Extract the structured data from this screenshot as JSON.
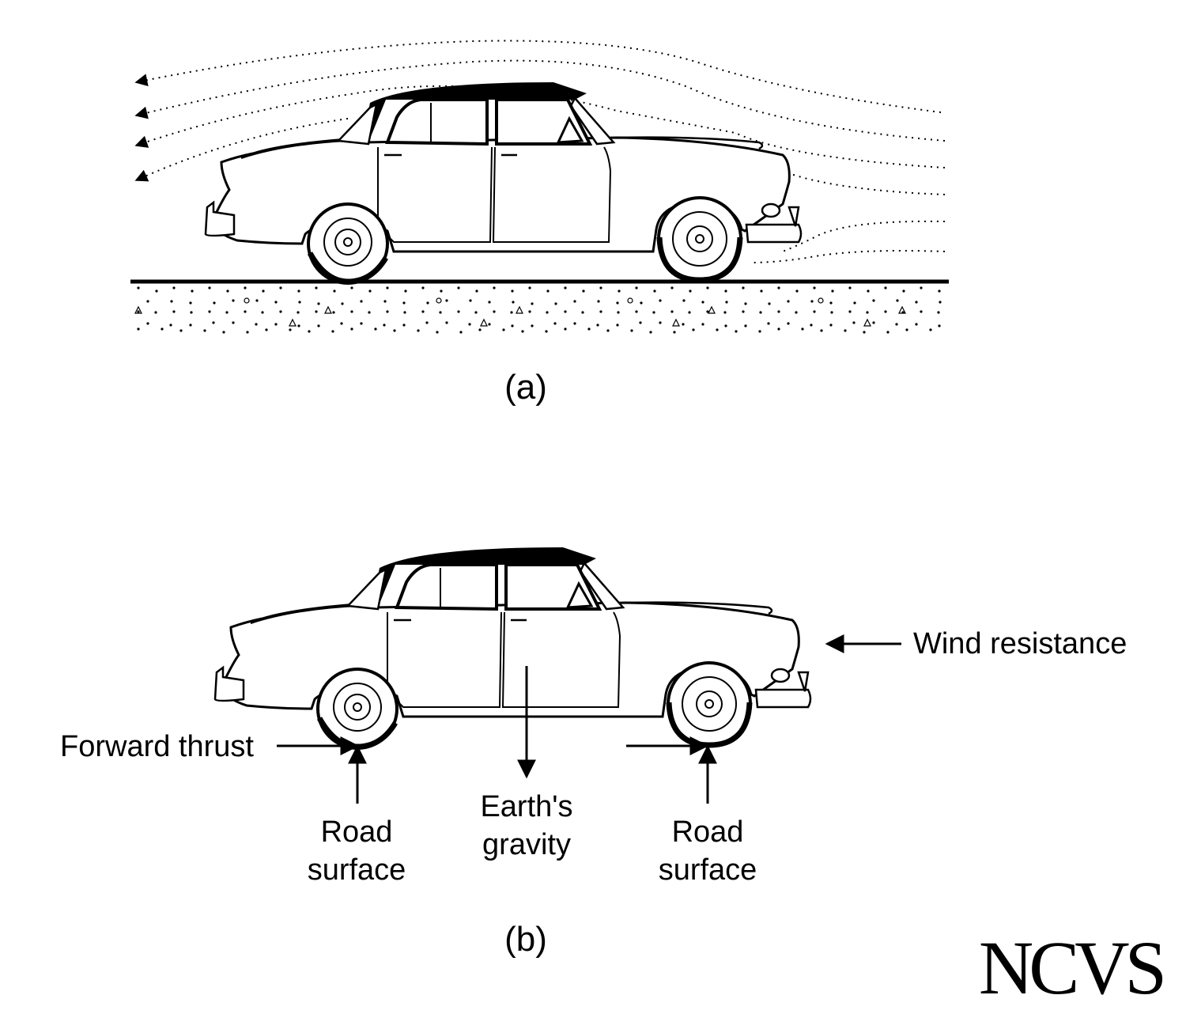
{
  "panel_a": {
    "caption": "(a)"
  },
  "panel_b": {
    "caption": "(b)",
    "labels": {
      "wind_resistance": "Wind resistance",
      "forward_thrust": "Forward thrust",
      "gravity_line1": "Earth's",
      "gravity_line2": "gravity",
      "road_left_line1": "Road",
      "road_left_line2": "surface",
      "road_right_line1": "Road",
      "road_right_line2": "surface"
    }
  },
  "logo": {
    "text": "NCVS"
  },
  "colors": {
    "ink": "#000000",
    "paper": "#ffffff"
  }
}
